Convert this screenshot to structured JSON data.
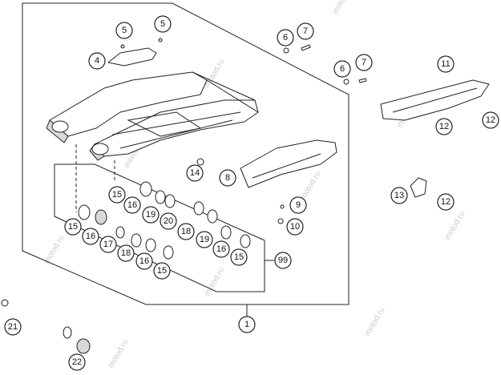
{
  "watermark": "motod.ru",
  "callouts": [
    "1",
    "4",
    "5",
    "5",
    "6",
    "7",
    "6",
    "7",
    "8",
    "9",
    "10",
    "11",
    "12",
    "12",
    "12",
    "13",
    "14",
    "15",
    "16",
    "19",
    "20",
    "18",
    "19",
    "16",
    "15",
    "15",
    "16",
    "17",
    "18",
    "16",
    "15",
    "99",
    "21",
    "22"
  ]
}
